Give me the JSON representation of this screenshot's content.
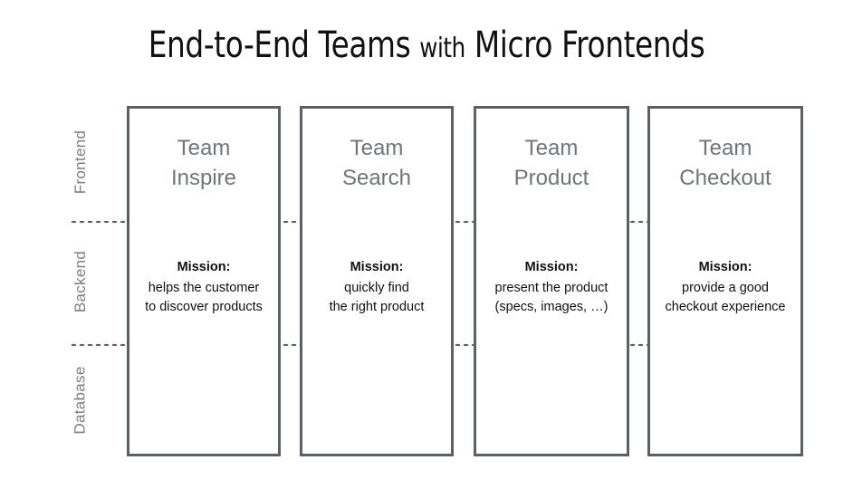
{
  "title": {
    "part1": "End-to-End Teams ",
    "small": "with",
    "part2": " Micro Frontends",
    "full": "End-to-End Teams with Micro Frontends"
  },
  "colors": {
    "box_border": "#5b5f66",
    "team_name": "#70747b",
    "axis_label": "#7a7e85",
    "mission_text": "#111111",
    "background": "#ffffff"
  },
  "axis": {
    "rows": [
      {
        "label": "Frontend"
      },
      {
        "label": "Backend"
      },
      {
        "label": "Database"
      }
    ]
  },
  "teams": [
    {
      "name_line1": "Team",
      "name_line2": "Inspire",
      "mission_label": "Mission:",
      "mission_line1": "helps the customer",
      "mission_line2": "to discover products"
    },
    {
      "name_line1": "Team",
      "name_line2": "Search",
      "mission_label": "Mission:",
      "mission_line1": "quickly find",
      "mission_line2": "the right product"
    },
    {
      "name_line1": "Team",
      "name_line2": "Product",
      "mission_label": "Mission:",
      "mission_line1": "present the product",
      "mission_line2": "(specs, images, …)"
    },
    {
      "name_line1": "Team",
      "name_line2": "Checkout",
      "mission_label": "Mission:",
      "mission_line1": "provide a good",
      "mission_line2": "checkout experience"
    }
  ]
}
